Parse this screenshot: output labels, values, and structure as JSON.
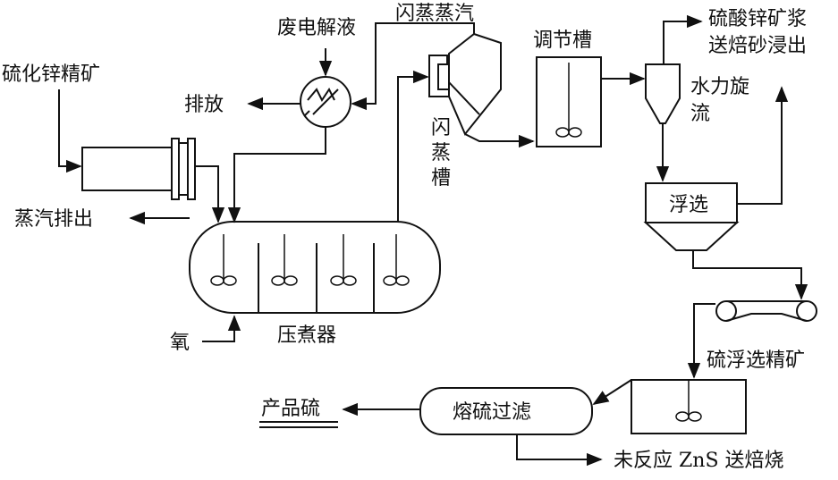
{
  "labels": {
    "zinc_concentrate": "硫化锌精矿",
    "waste_electrolyte": "废电解液",
    "flash_steam": "闪蒸蒸汽",
    "discharge": "排放",
    "steam_exhaust": "蒸汽排出",
    "oxygen": "氧",
    "autoclave": "压煮器",
    "flash_tank": "闪\n蒸\n槽",
    "conditioning_tank": "调节槽",
    "zinc_sulfate_slurry_line1": "硫酸锌矿浆",
    "zinc_sulfate_slurry_line2": "送焙砂浸出",
    "hydrocyclone_line1": "水力旋",
    "hydrocyclone_line2": "流",
    "flotation": "浮选",
    "sulfur_concentrate": "硫浮选精矿",
    "sulfur_melt_filter": "熔硫过滤",
    "product_sulfur": "产品硫",
    "unreacted_zns": "未反应 ZnS 送焙烧"
  },
  "colors": {
    "line": "#111111",
    "background": "#ffffff"
  },
  "icons": {
    "agitator": "agitator-icon",
    "heat_exchanger": "heat-exchanger-icon",
    "conveyor": "belt-conveyor-icon"
  }
}
